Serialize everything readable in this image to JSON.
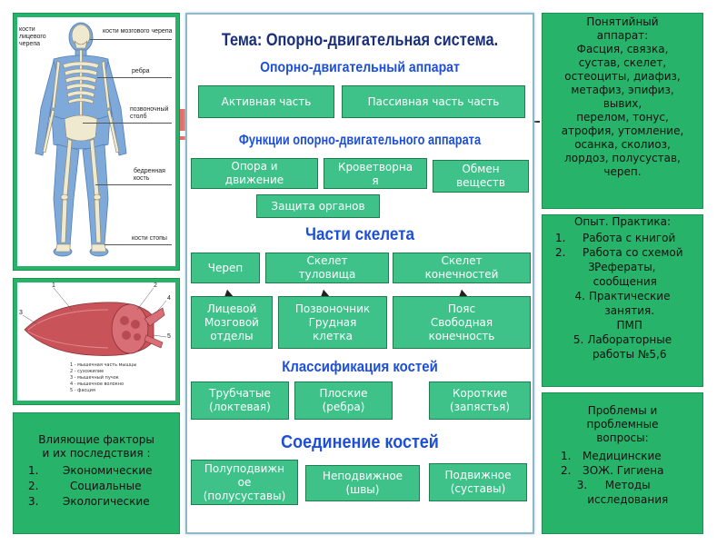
{
  "skeleton_panel": {
    "labels": {
      "skull_facial": "кости\nлицевого\nчерепа",
      "skull_brain": "кости мозгового черепа",
      "ribs": "ребра",
      "spine": "позвоночный\nстолб",
      "femur": "бедренная\nкость",
      "foot": "кости стопы"
    }
  },
  "muscle_panel": {
    "legend": [
      "1 - мышечная часть мышцы",
      "2 - сухожилие",
      "3 - мышечный пучок",
      "4 - мышечное волокно",
      "5 - фасция"
    ],
    "numbers": [
      "1",
      "2",
      "3",
      "4",
      "5"
    ]
  },
  "factors_panel": {
    "title": "Влияющие факторы\nи их последствия :",
    "items": [
      "Экономические",
      "Социальные",
      "Экологические"
    ],
    "nums": [
      "1.",
      "2.",
      "3."
    ]
  },
  "center": {
    "topic": "Тема: Опорно-двигательная система.",
    "apparatus_title": "Опорно-двигательный аппарат",
    "apparatus_boxes": [
      "Активная часть",
      "Пассивная часть часть"
    ],
    "functions_title": "Функции опорно-двигательного аппарата",
    "functions_boxes": [
      "Опора и\nдвижение",
      "Кроветворна\nя",
      "Обмен\nвеществ",
      "Защита органов"
    ],
    "skeleton_title": "Части скелета",
    "skeleton_top": [
      "Череп",
      "Скелет\nтуловища",
      "Скелет\nконечностей"
    ],
    "skeleton_bottom": [
      "Лицевой\nМозговой\nотделы",
      "Позвоночник\nГрудная\nклетка",
      "Пояс\nСвободная\nконечность"
    ],
    "classification_title": "Классификация костей",
    "classification_boxes": [
      "Трубчатые\n(локтевая)",
      "Плоские\n(ребра)",
      "Короткие\n(запястья)"
    ],
    "joints_title": "Соединение костей",
    "joints_boxes": [
      "Полуподвижн\nое\n(полусуставы)",
      "Неподвижное\n(швы)",
      "Подвижное\n(суставы)"
    ]
  },
  "concepts_panel": {
    "title": "Понятийный\nаппарат:",
    "text": "Фасция, связка,\nсустав, скелет,\nостеоциты, диафиз,\nметафиз, эпифиз,\nвывих,\nперелом, тонус,\nатрофия, утомление,\nосанка, сколиоз,\nлордоз, полусустав,\nчереп."
  },
  "practice_panel": {
    "title": "Опыт. Практика:",
    "items": [
      {
        "n": "1.",
        "t": "Работа с книгой"
      },
      {
        "n": "2.",
        "t": "Работа со схемой"
      },
      {
        "n": "3.",
        "t": "Рефераты,\nсообщения"
      },
      {
        "n": "4.",
        "t": "Практические\nзанятия.\nПМП"
      },
      {
        "n": "5.",
        "t": "Лабораторные\nработы №5,6"
      }
    ]
  },
  "problems_panel": {
    "title": "Проблемы и\nпроблемные\nвопросы:",
    "items": [
      {
        "n": "1.",
        "t": "Медицинские"
      },
      {
        "n": "2.",
        "t": "ЗОЖ. Гигиена"
      },
      {
        "n": "3.",
        "t": "Методы\nисследования"
      }
    ]
  },
  "colors": {
    "green": "#27b36a",
    "box_green": "#3ec28a",
    "header_blue": "#1d4fd8",
    "bone": "#e8e2c8",
    "muscle": "#c8545a"
  }
}
